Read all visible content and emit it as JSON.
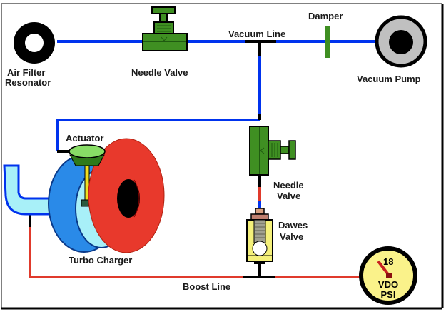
{
  "title": "Turbo wastegate boost control vacuum diagram",
  "colors": {
    "vacuum_line": "#0033ee",
    "boost_line": "#e03a2c",
    "valve_green": "#3f8f22",
    "valve_dark": "#1f5a10",
    "turbo_blue": "#2a8ae8",
    "turbo_light": "#a8f0f8",
    "turbo_red": "#e8392c",
    "dawes_yellow": "#f4f07a",
    "gauge_face": "#faf28a",
    "pump_grey": "#c0c0c0",
    "frame_grey": "#808080"
  },
  "components": {
    "air_filter": {
      "label_line1": "Air Filter",
      "label_line2": "Resonator"
    },
    "needle_valve_top": {
      "label": "Needle Valve"
    },
    "vacuum_line": {
      "label": "Vacuum Line"
    },
    "damper": {
      "label": "Damper"
    },
    "vacuum_pump": {
      "label": "Vacuum Pump"
    },
    "actuator": {
      "label": "Actuator"
    },
    "needle_valve_mid": {
      "label_line1": "Needle",
      "label_line2": "Valve"
    },
    "dawes_valve": {
      "label_line1": "Dawes",
      "label_line2": "Valve"
    },
    "turbo_charger": {
      "label": "Turbo Charger"
    },
    "boost_line": {
      "label": "Boost Line"
    },
    "gauge": {
      "value": "18",
      "brand": "VDO",
      "unit": "PSI"
    }
  }
}
